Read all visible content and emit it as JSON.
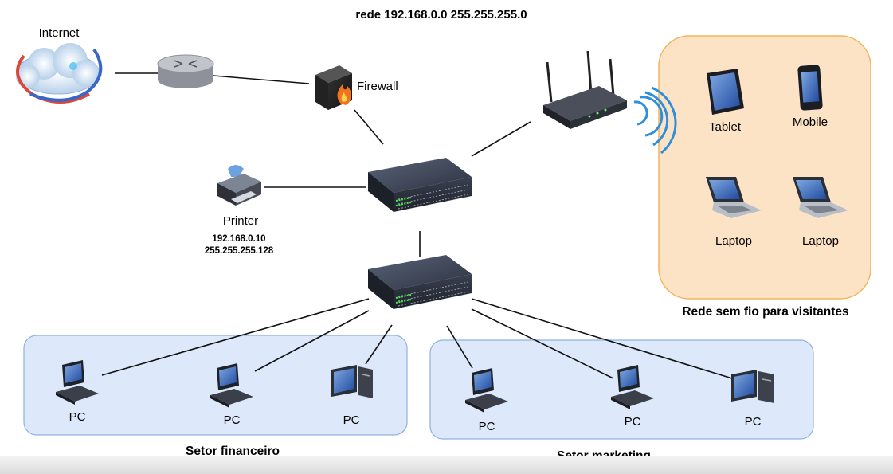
{
  "title": "rede 192.168.0.0 255.255.255.0",
  "nodes": {
    "internet": "Internet",
    "firewall": "Firewall",
    "printer": "Printer",
    "printer_ip": "192.168.0.10",
    "printer_mask": "255.255.255.128",
    "tablet": "Tablet",
    "mobile": "Mobile",
    "laptop1": "Laptop",
    "laptop2": "Laptop",
    "pc": "PC"
  },
  "groups": {
    "wireless": "Rede sem fio para visitantes",
    "finance": "Setor financeiro",
    "marketing": "Setor marketing"
  },
  "colors": {
    "wireless_zone": "#fde3c6",
    "wireless_border": "#f2b45c",
    "lan_zone": "#dde9fa",
    "lan_border": "#8fb2e0"
  }
}
